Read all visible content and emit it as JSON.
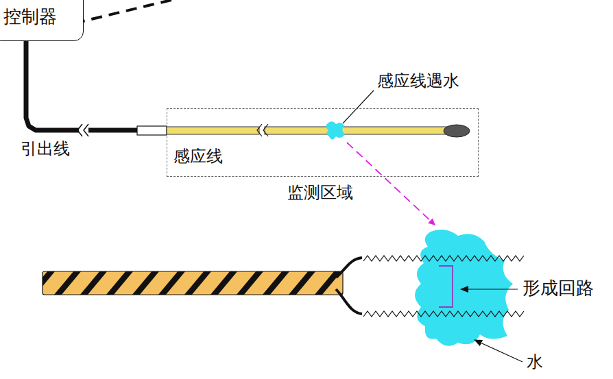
{
  "diagram": {
    "nodes": [
      {
        "text": [
          "控制器"
        ]
      },
      {
        "text": [
          "监测区域"
        ]
      }
    ],
    "edges": [
      {
        "from": 0,
        "to": 1,
        "arrow": "none"
      }
    ],
    "labels": [
      "引出线",
      "感应线",
      "感应线遇水",
      "形成回路",
      "水"
    ]
  }
}
